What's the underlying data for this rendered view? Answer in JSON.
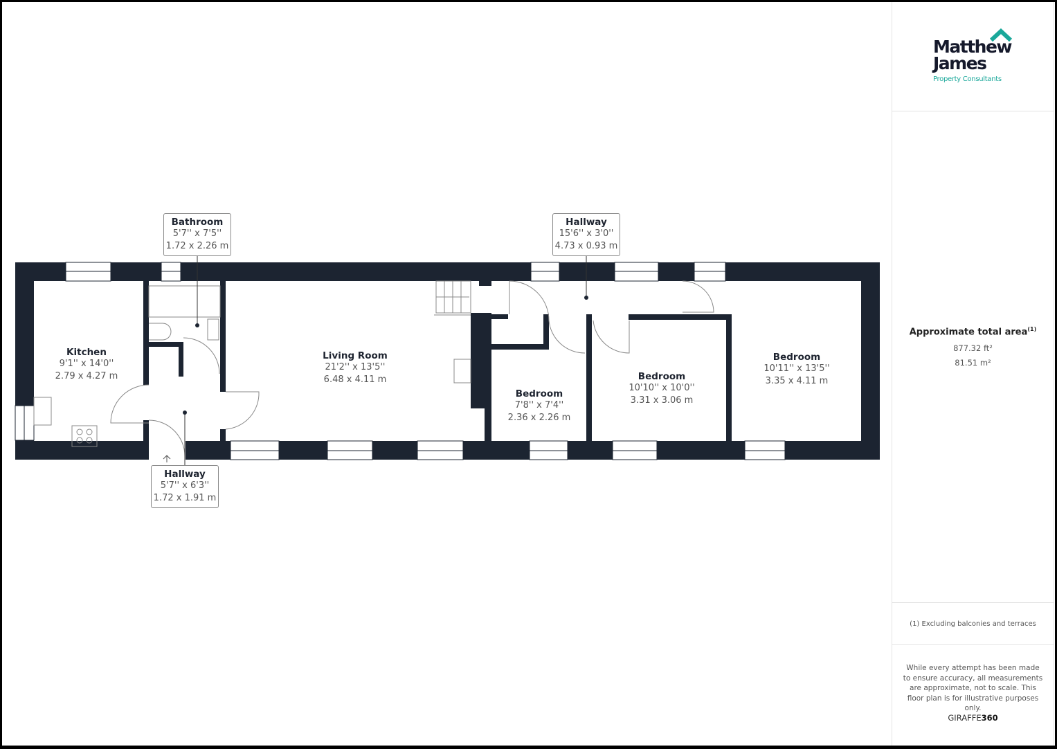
{
  "brand": {
    "logo_line1": "Matthew",
    "logo_line2": "James",
    "logo_tagline": "Property Consultants",
    "accent_color": "#1aa89a",
    "dark_color": "#15192b"
  },
  "summary": {
    "title": "Approximate total area",
    "footnote_marker": "(1)",
    "area_sqft": "877.32 ft²",
    "area_sqm": "81.51 m²",
    "footnote": "(1) Excluding balconies and terraces",
    "disclaimer": "While every attempt has been made to ensure accuracy, all measurements are approximate, not to scale. This floor plan is for illustrative purposes only.",
    "provider_prefix": "GIRAFFE",
    "provider_suffix": "360"
  },
  "rooms": [
    {
      "name": "Kitchen",
      "imperial": "9'1'' x 14'0''",
      "metric": "2.79 x 4.27 m"
    },
    {
      "name": "Living Room",
      "imperial": "21'2'' x 13'5''",
      "metric": "6.48 x 4.11 m"
    },
    {
      "name": "Bedroom",
      "imperial": "7'8'' x 7'4''",
      "metric": "2.36 x 2.26 m"
    },
    {
      "name": "Bedroom",
      "imperial": "10'10'' x 10'0''",
      "metric": "3.31 x 3.06 m"
    },
    {
      "name": "Bedroom",
      "imperial": "10'11'' x 13'5''",
      "metric": "3.35 x 4.11 m"
    }
  ],
  "callouts": [
    {
      "name": "Bathroom",
      "imperial": "5'7'' x 7'5''",
      "metric": "1.72 x 2.26 m"
    },
    {
      "name": "Hallway",
      "imperial": "15'6'' x 3'0''",
      "metric": "4.73 x 0.93 m"
    },
    {
      "name": "Hallway",
      "imperial": "5'7'' x 6'3''",
      "metric": "1.72 x 1.91 m"
    }
  ]
}
